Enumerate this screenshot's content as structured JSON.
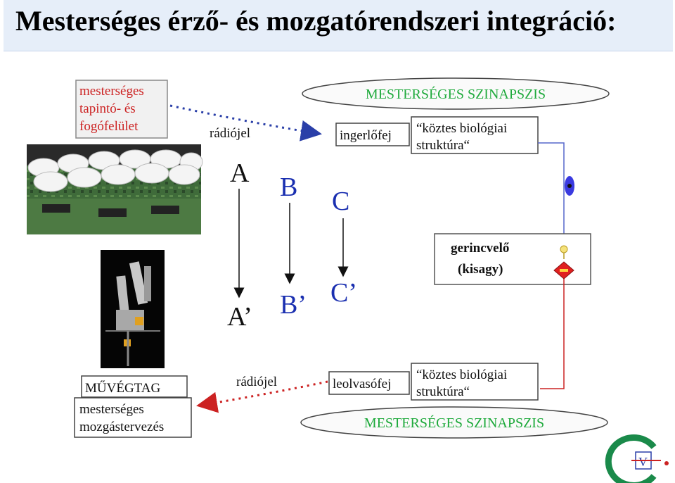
{
  "title": "Mesterséges érző- és mozgatórendszeri integráció:",
  "top_left_box": [
    "mesterséges",
    "tapintó- és",
    "fogófelület"
  ],
  "radio_top": "rádiójel",
  "radio_bottom": "rádiójel",
  "synapse_top": "MESTERSÉGES SZINAPSZIS",
  "synapse_bottom": "MESTERSÉGES SZINAPSZIS",
  "ingerlofej": "ingerlőfej",
  "leolvasofej": "leolvasófej",
  "biological_top": [
    "“köztes biológiai",
    "struktúra“"
  ],
  "biological_bottom": [
    "“köztes biológiai",
    "struktúra“"
  ],
  "spinal": [
    "gerincvelő",
    "(kisagy)"
  ],
  "prosthesis": "MŰVÉGTAG",
  "motion_planning": [
    "mesterséges",
    "mozgástervezés"
  ],
  "letters": {
    "A": "A",
    "B": "B",
    "C": "C",
    "A2": "A’",
    "B2": "B’",
    "C2": "C’"
  },
  "logo": "V",
  "colors": {
    "red": "#cc2222",
    "green": "#1faa3c",
    "blue_dotted": "#2a3fa8",
    "blue_line": "#5566cc",
    "letter_blue": "#1a2fb0",
    "box_border": "#333333",
    "title_bg": "#e6eef9"
  }
}
